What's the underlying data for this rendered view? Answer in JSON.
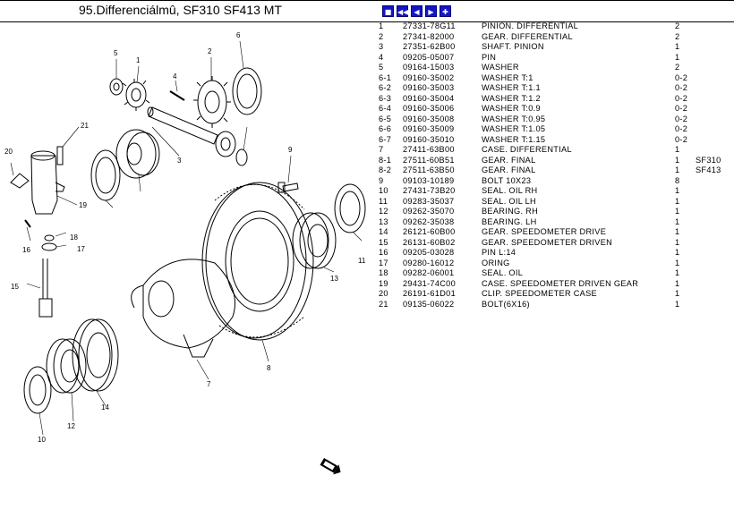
{
  "title": "95.Differenciálmû, SF310 SF413 MT",
  "nav": [
    {
      "icon": "first-icon",
      "glyph": "■"
    },
    {
      "icon": "prev-page-icon",
      "glyph": "◀◀"
    },
    {
      "icon": "prev-icon",
      "glyph": "◀"
    },
    {
      "icon": "next-icon",
      "glyph": "▶"
    },
    {
      "icon": "last-icon",
      "glyph": "✚"
    }
  ],
  "callouts": [
    "1",
    "2",
    "3",
    "4",
    "5",
    "6",
    "7",
    "8",
    "9",
    "10",
    "11",
    "12",
    "13",
    "14",
    "15",
    "16",
    "17",
    "18",
    "19",
    "20",
    "21"
  ],
  "parts": [
    {
      "no": "1",
      "pn": "27331-78G11",
      "desc": "PINION. DIFFERENTIAL",
      "qty": "2",
      "model": ""
    },
    {
      "no": "2",
      "pn": "27341-82000",
      "desc": "GEAR. DIFFERENTIAL",
      "qty": "2",
      "model": ""
    },
    {
      "no": "3",
      "pn": "27351-62B00",
      "desc": "SHAFT. PINION",
      "qty": "1",
      "model": ""
    },
    {
      "no": "4",
      "pn": "09205-05007",
      "desc": "PIN",
      "qty": "1",
      "model": ""
    },
    {
      "no": "5",
      "pn": "09164-15003",
      "desc": "WASHER",
      "qty": "2",
      "model": ""
    },
    {
      "no": "6-1",
      "pn": "09160-35002",
      "desc": "WASHER T:1",
      "qty": "0-2",
      "model": ""
    },
    {
      "no": "6-2",
      "pn": "09160-35003",
      "desc": "WASHER T:1.1",
      "qty": "0-2",
      "model": ""
    },
    {
      "no": "6-3",
      "pn": "09160-35004",
      "desc": "WASHER T:1.2",
      "qty": "0-2",
      "model": ""
    },
    {
      "no": "6-4",
      "pn": "09160-35006",
      "desc": "WASHER T:0.9",
      "qty": "0-2",
      "model": ""
    },
    {
      "no": "6-5",
      "pn": "09160-35008",
      "desc": "WASHER T:0.95",
      "qty": "0-2",
      "model": ""
    },
    {
      "no": "6-6",
      "pn": "09160-35009",
      "desc": "WASHER T:1.05",
      "qty": "0-2",
      "model": ""
    },
    {
      "no": "6-7",
      "pn": "09160-35010",
      "desc": "WASHER T:1.15",
      "qty": "0-2",
      "model": ""
    },
    {
      "no": "7",
      "pn": "27411-63B00",
      "desc": "CASE. DIFFERENTIAL",
      "qty": "1",
      "model": ""
    },
    {
      "no": "8-1",
      "pn": "27511-60B51",
      "desc": "GEAR. FINAL",
      "qty": "1",
      "model": "SF310"
    },
    {
      "no": "8-2",
      "pn": "27511-63B50",
      "desc": "GEAR. FINAL",
      "qty": "1",
      "model": "SF413"
    },
    {
      "no": "9",
      "pn": "09103-10189",
      "desc": "BOLT 10X23",
      "qty": "8",
      "model": ""
    },
    {
      "no": "10",
      "pn": "27431-73B20",
      "desc": "SEAL. OIL RH",
      "qty": "1",
      "model": ""
    },
    {
      "no": "11",
      "pn": "09283-35037",
      "desc": "SEAL. OIL LH",
      "qty": "1",
      "model": ""
    },
    {
      "no": "12",
      "pn": "09262-35070",
      "desc": "BEARING. RH",
      "qty": "1",
      "model": ""
    },
    {
      "no": "13",
      "pn": "09262-35038",
      "desc": "BEARING. LH",
      "qty": "1",
      "model": ""
    },
    {
      "no": "14",
      "pn": "26121-60B00",
      "desc": "GEAR. SPEEDOMETER DRIVE",
      "qty": "1",
      "model": ""
    },
    {
      "no": "15",
      "pn": "26131-60B02",
      "desc": "GEAR. SPEEDOMETER DRIVEN",
      "qty": "1",
      "model": ""
    },
    {
      "no": "16",
      "pn": "09205-03028",
      "desc": "PIN L:14",
      "qty": "1",
      "model": ""
    },
    {
      "no": "17",
      "pn": "09280-16012",
      "desc": "ORING",
      "qty": "1",
      "model": ""
    },
    {
      "no": "18",
      "pn": "09282-06001",
      "desc": "SEAL. OIL",
      "qty": "1",
      "model": ""
    },
    {
      "no": "19",
      "pn": "29431-74C00",
      "desc": "CASE. SPEEDOMETER DRIVEN GEAR",
      "qty": "1",
      "model": ""
    },
    {
      "no": "20",
      "pn": "26191-61D01",
      "desc": "CLIP. SPEEDOMETER CASE",
      "qty": "1",
      "model": ""
    },
    {
      "no": "21",
      "pn": "09135-06022",
      "desc": "BOLT(6X16)",
      "qty": "1",
      "model": ""
    }
  ]
}
